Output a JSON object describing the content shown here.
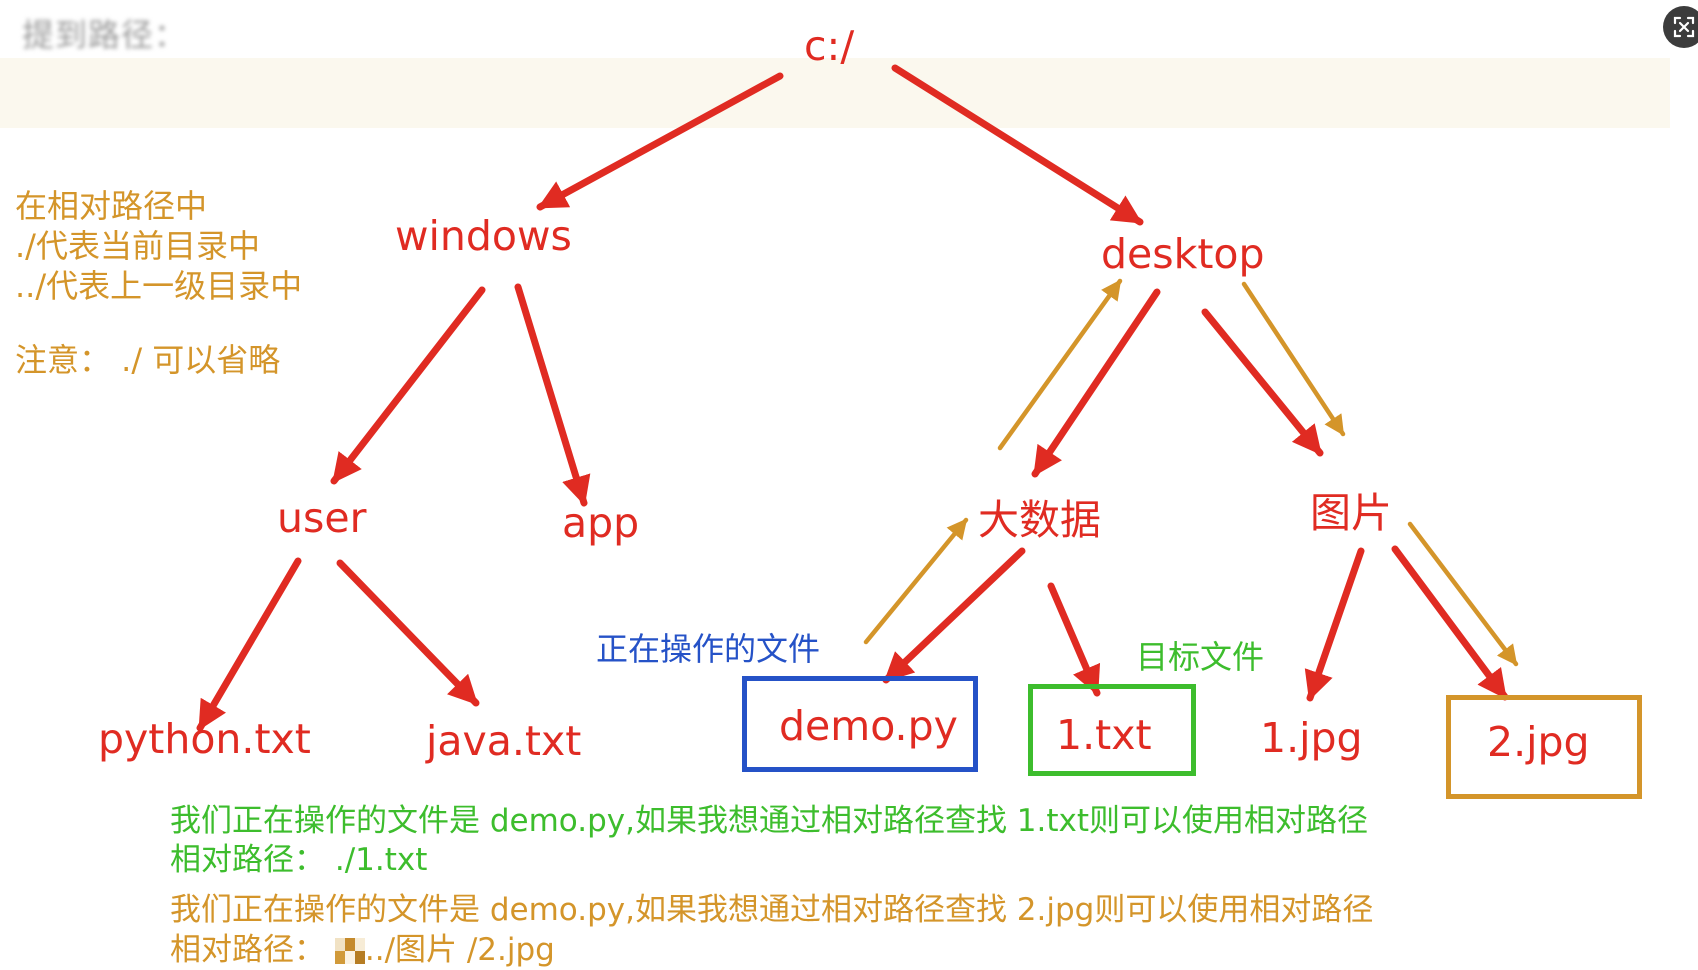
{
  "header": {
    "blurred_title": "提到路径："
  },
  "tree": {
    "root": "c:/",
    "windows": "windows",
    "desktop": "desktop",
    "user": "user",
    "app": "app",
    "bigdata": "大数据",
    "pictures": "图片",
    "python_txt": "python.txt",
    "java_txt": "java.txt",
    "demo_py": "demo.py",
    "one_txt": "1.txt",
    "one_jpg": "1.jpg",
    "two_jpg": "2.jpg"
  },
  "legend": {
    "line1": "在相对路径中",
    "line2": "./代表当前目录中",
    "line3": "../代表上一级目录中",
    "line4": "注意： ./ 可以省略"
  },
  "labels": {
    "current_file": "正在操作的文件",
    "target_file": "目标文件"
  },
  "explanation": {
    "green_line1": "我们正在操作的文件是 demo.py,如果我想通过相对路径查找 1.txt则可以使用相对路径",
    "green_line2": "相对路径： ./1.txt",
    "gold_line1": "我们正在操作的文件是 demo.py,如果我想通过相对路径查找 2.jpg则可以使用相对路径",
    "gold_line2_prefix": "相对路径：",
    "gold_line2_path": "../图片 /2.jpg"
  },
  "colors": {
    "tree_red": "#e02b22",
    "note_gold": "#d4952a",
    "current_blue": "#2552c7",
    "target_green": "#3dbd2d",
    "band": "#fbf8ee"
  },
  "icons": {
    "screenshot_button": "scan-icon"
  }
}
